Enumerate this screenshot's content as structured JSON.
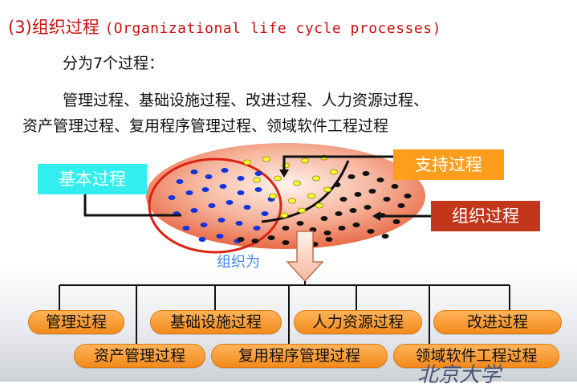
{
  "heading": {
    "num": "(3)",
    "zh": "组织过程",
    "en": "(Organizational life cycle processes)"
  },
  "intro": "分为7个过程：",
  "list_line1": "管理过程、基础设施过程、改进过程、人力资源过程、",
  "list_line2": "资产管理过程、复用程序管理过程、领域软件工程过程",
  "diagram": {
    "basic_label": "基本过程",
    "support_label": "支持过程",
    "org_label": "组织过程",
    "arrow_label": "组织为"
  },
  "processes_row1": [
    "管理过程",
    "基础设施过程",
    "人力资源过程",
    "改进过程"
  ],
  "processes_row2": [
    "资产管理过程",
    "复用程序管理过程",
    "领域软件工程过程"
  ],
  "logo_text": "北京大学",
  "colors": {
    "heading": "#cc1111",
    "basic": "#33eeee",
    "support": "#ff9e1c",
    "org": "#c2371b",
    "pill": "#f28a1c",
    "arrow_label": "#4488ee"
  }
}
